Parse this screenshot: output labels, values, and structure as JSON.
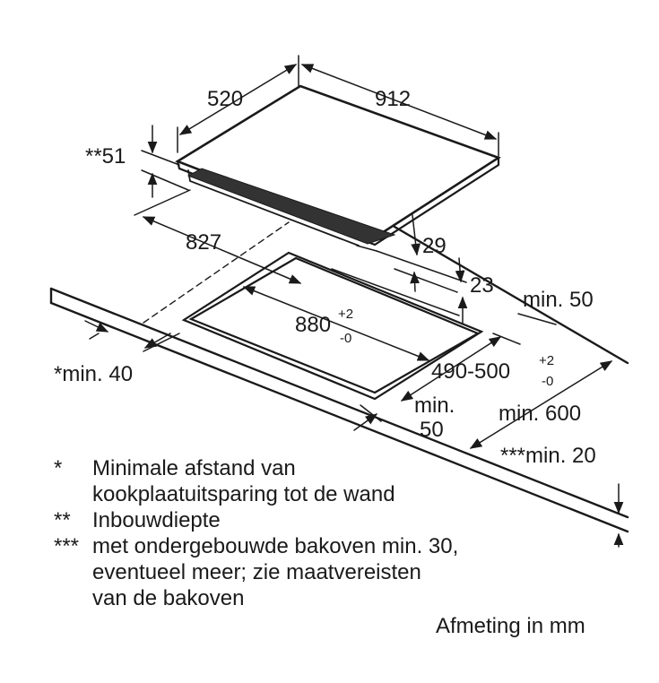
{
  "dims": {
    "depth": "520",
    "width": "912",
    "installation_depth": "**51",
    "cutout_depth_ref": "827",
    "step_29": "29",
    "step_23": "23",
    "cutout_width": "880",
    "cutout_width_tol_plus": "+2",
    "cutout_width_tol_minus": "-0",
    "cutout_depth": "490-500",
    "cutout_depth_tol_plus": "+2",
    "cutout_depth_tol_minus": "-0",
    "min_50_right": "min. 50",
    "min_40": "*min. 40",
    "min_50_front_a": "min.",
    "min_50_front_b": "50",
    "min_600": "min. 600",
    "min_20": "***min. 20"
  },
  "notes": [
    {
      "marker": "*",
      "lines": [
        "Minimale afstand van",
        "kookplaatuitsparing tot de wand"
      ]
    },
    {
      "marker": "**",
      "lines": [
        "Inbouwdiepte"
      ]
    },
    {
      "marker": "***",
      "lines": [
        "met ondergebouwde bakoven min. 30,",
        "eventueel meer; zie maatvereisten",
        "van de bakoven"
      ]
    }
  ],
  "unit_note": "Afmeting in mm"
}
